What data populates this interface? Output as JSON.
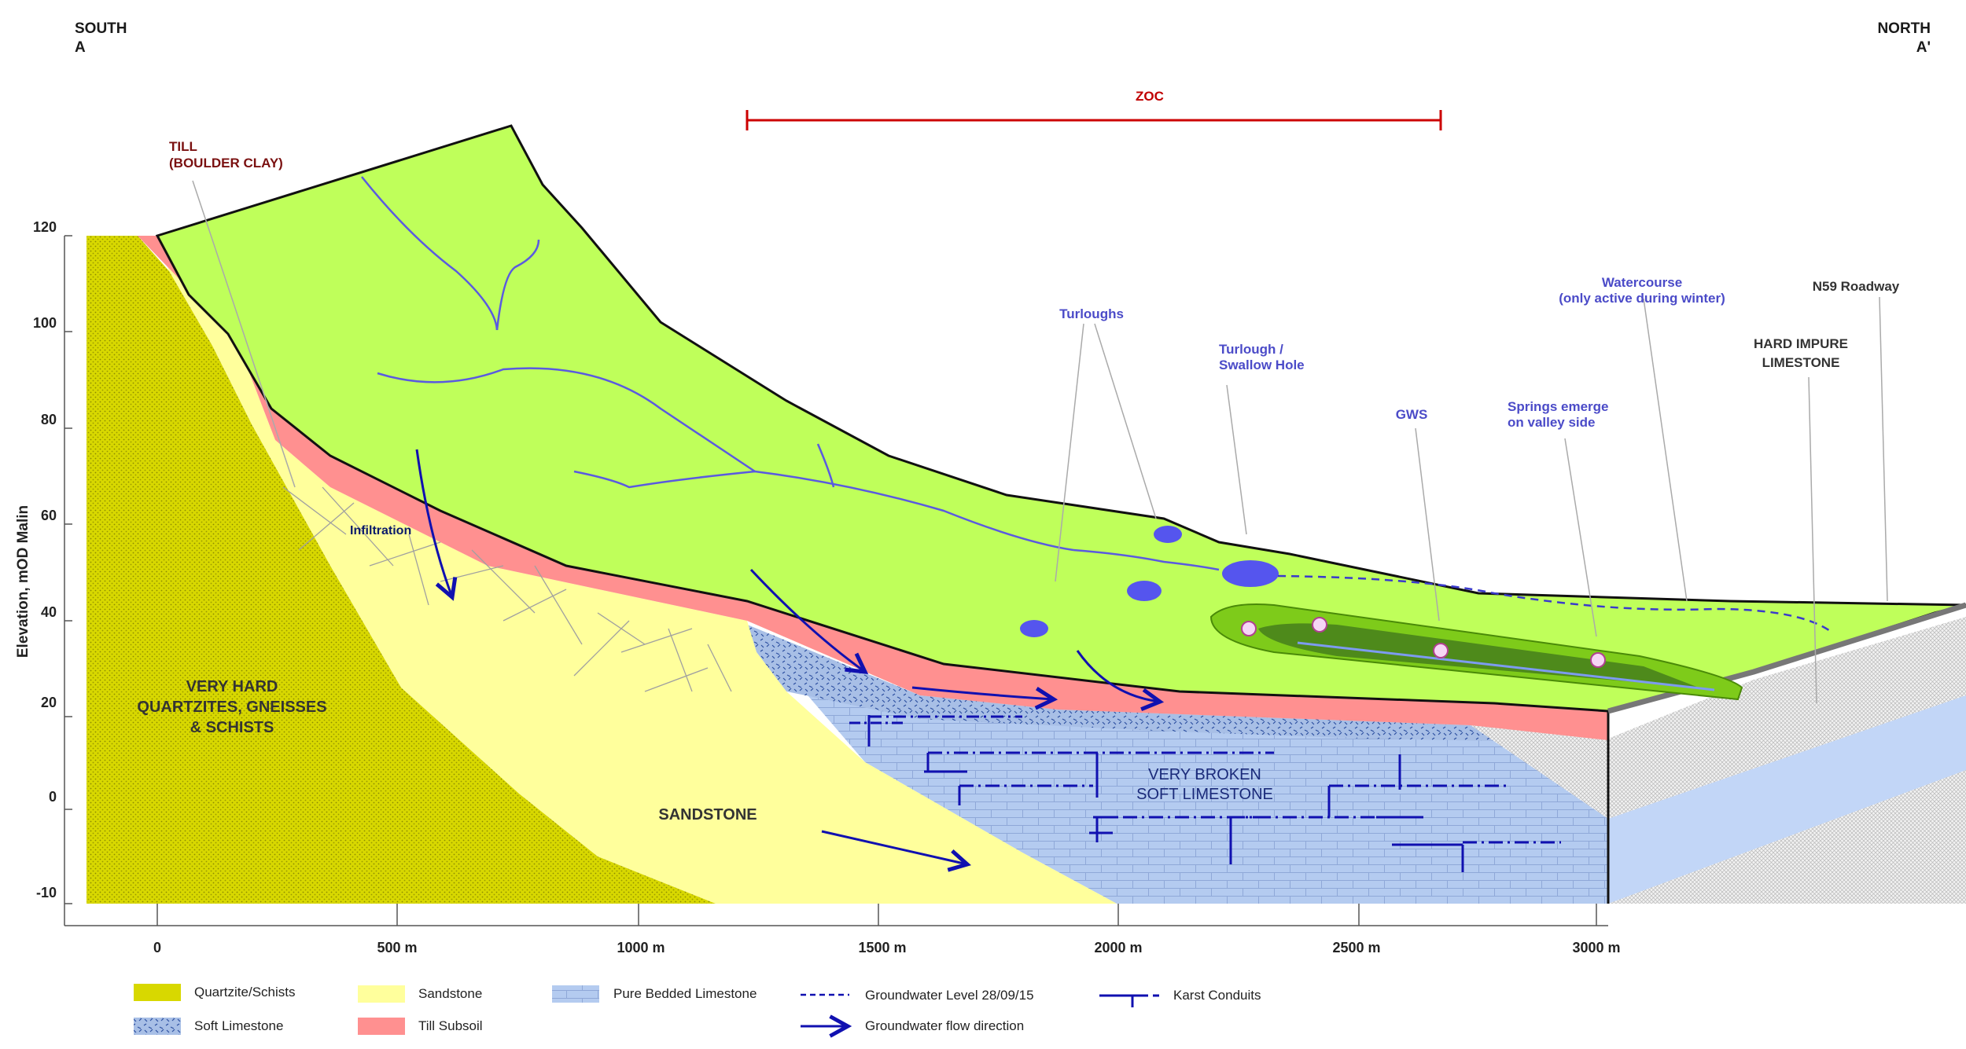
{
  "header": {
    "south_label": "SOUTH",
    "south_marker": "A",
    "north_label": "NORTH",
    "north_marker": "A'"
  },
  "axis": {
    "y_title": "Elevation, mOD Malin",
    "y_ticks": [
      "120",
      "100",
      "80",
      "60",
      "40",
      "20",
      "0",
      "-10"
    ],
    "x_ticks": [
      "0",
      "500 m",
      "1000 m",
      "1500 m",
      "2000 m",
      "2500 m",
      "3000 m"
    ]
  },
  "annotations": {
    "zoc": "ZOC",
    "till_line1": "TILL",
    "till_line2": "(BOULDER CLAY)",
    "infiltration": "Infiltration",
    "turloughs": "Turloughs",
    "turlough_swallow_line1": "Turlough /",
    "turlough_swallow_line2": "Swallow Hole",
    "gws": "GWS",
    "springs_line1": "Springs emerge",
    "springs_line2": "on valley side",
    "watercourse_line1": "Watercourse",
    "watercourse_line2": "(only active during winter)",
    "roadway": "N59 Roadway",
    "hard_impure_line1": "HARD IMPURE",
    "hard_impure_line2": "LIMESTONE"
  },
  "units": {
    "quartzite_line1": "VERY HARD",
    "quartzite_line2": "QUARTZITES, GNEISSES",
    "quartzite_line3": "& SCHISTS",
    "sandstone": "SANDSTONE",
    "broken_line1": "VERY BROKEN",
    "broken_line2": "SOFT LIMESTONE"
  },
  "legend": {
    "quartzite": "Quartzite/Schists",
    "soft_limestone": "Soft Limestone",
    "sandstone": "Sandstone",
    "till_subsoil": "Till Subsoil",
    "pure_bedded": "Pure Bedded Limestone",
    "gw_level": "Groundwater Level 28/09/15",
    "gw_flow": "Groundwater flow direction",
    "karst": "Karst Conduits"
  },
  "colors": {
    "ground_green": "#bfff5a",
    "till_pink": "#ff9090",
    "sandstone_yellow": "#ffff9c",
    "quartzite_olive": "#d6d600",
    "limestone_blue": "#b4cbf0",
    "water_blue": "#5555ee",
    "karst_navy": "#1010b0",
    "zoc_red": "#cc0000"
  }
}
